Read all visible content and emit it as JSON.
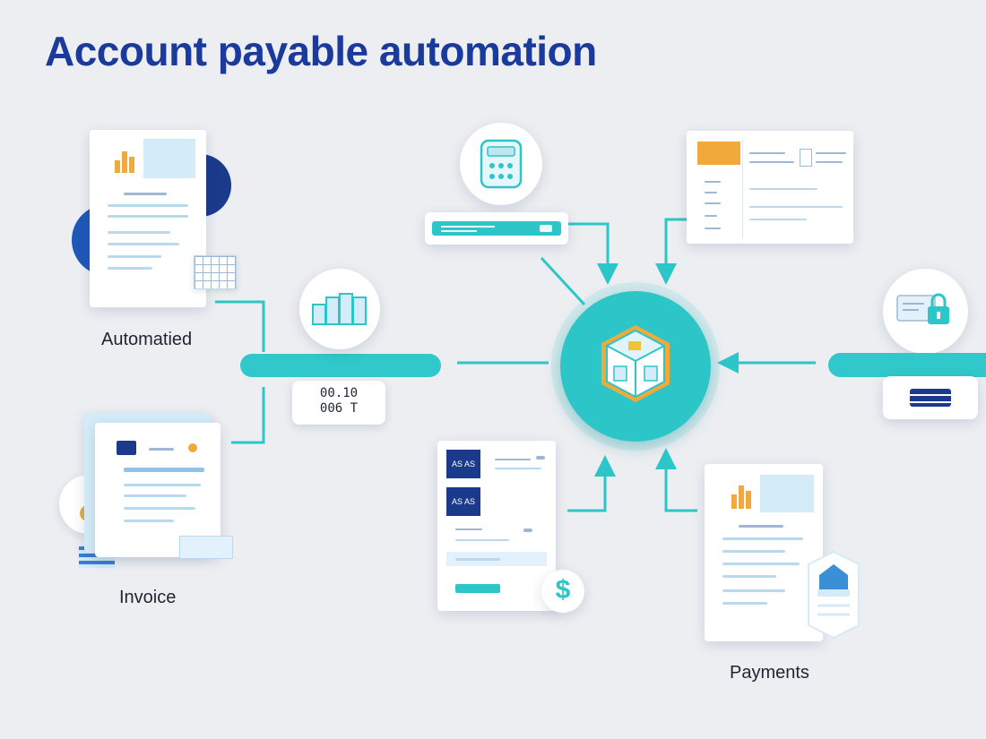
{
  "title": "Account payable automation",
  "labels": {
    "automated": "Automatied",
    "invoice": "Invoice",
    "payments": "Payments"
  },
  "readout": {
    "line1": "00.10",
    "line2": "006 T"
  },
  "invoice_card": {
    "tile_text_1": "AS AS",
    "tile_text_2": "AS AS"
  },
  "icons": {
    "dollar": "$"
  },
  "colors": {
    "title": "#1a3a9c",
    "teal": "#2cc6c8",
    "navy": "#1b3a8c",
    "light_blue": "#d4ebf8",
    "orange": "#f1a93a"
  }
}
